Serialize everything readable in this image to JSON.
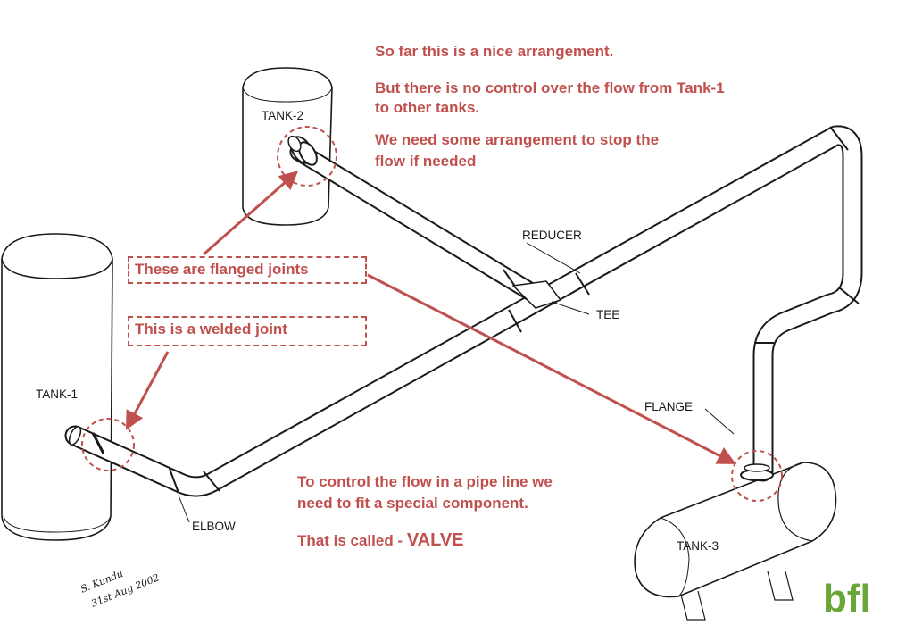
{
  "colors": {
    "accent": "#c0504d",
    "logo": "#6aa637",
    "ink": "#1a1a1a"
  },
  "notes": {
    "line1": "So far this is a nice arrangement.",
    "line2a": "But there is no control over the flow from Tank-1",
    "line2b": "to other tanks.",
    "line3a": "We need some arrangement to stop the",
    "line3b": "flow if needed",
    "flanged": "These are flanged joints",
    "welded": "This is a welded joint",
    "bottom1": "To control the flow in a pipe line we",
    "bottom2": "need to fit a special component.",
    "bottom3": "That is called - ",
    "valve": "VALVE"
  },
  "labels": {
    "tank1": "TANK-1",
    "tank2": "TANK-2",
    "tank3": "TANK-3",
    "reducer": "REDUCER",
    "tee": "TEE",
    "flange": "FLANGE",
    "elbow": "ELBOW"
  },
  "signature": {
    "line1": "S. Kundu",
    "line2": "31st Aug 2002"
  },
  "logo": {
    "text": "bfl",
    "icon": "bfl-logo-icon"
  }
}
